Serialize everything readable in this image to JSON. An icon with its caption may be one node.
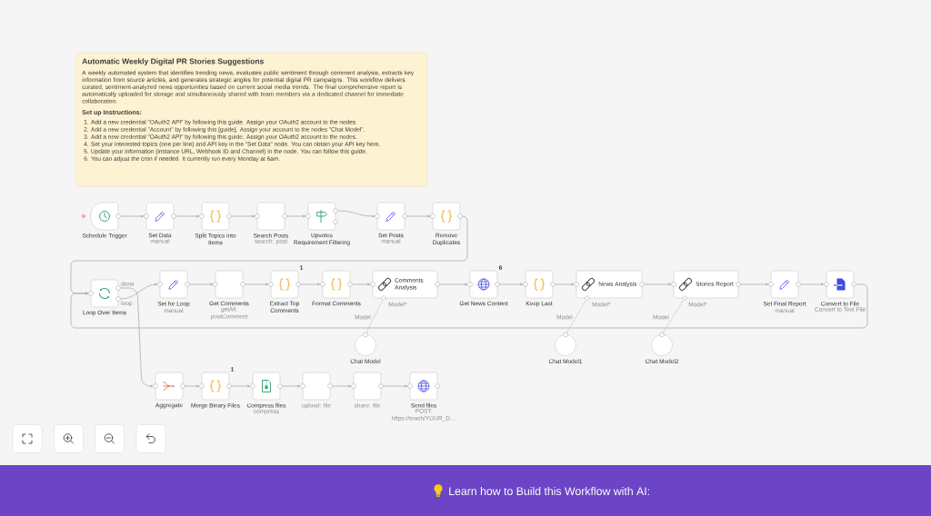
{
  "diagram": {
    "nodes": [
      {
        "text": [
          "Automatic Weekly Digital PR Stories Suggestions",
          "A weekly automated system that identifies trending news, evaluates public sentiment through comment analysis, extracts key information from source articles, and generates strategic angles for potential digital PR campaigns. This workflow delivers curated, sentiment-analyzed news opportunities based on current social media trends. The final comprehensive report is automatically uploaded for storage and simultaneously shared with team members via a dedicated channel for immediate collaboration.",
          "Set up Instructions:",
          "1. Add a new credential \"OAuth2 API\" by following this guide. Assign your OAuth2 account to the nodes.",
          "2. Add a new credential \"Account\" by following this [guide]. Assign your account to the nodes \"Chat Model\".",
          "3. Add a new credential \"OAuth2 API\" by following this guide. Assign your OAuth2 account to the nodes.",
          "4. Set your interested topics (one per line) and API key in the \"Set Data\" node. You can obtain your API key here.",
          "5. Update your information (instance URL, Webhook ID and Channel) in the node. You can follow this guide.",
          "6. You can adjust the cron if needed. It currently run every Monday at 6am."
        ]
      },
      {
        "text": [
          "Schedule Trigger"
        ]
      },
      {
        "text": [
          "Set Data",
          "manual"
        ]
      },
      {
        "text": [
          "Split Topics into Items"
        ]
      },
      {
        "text": [
          "Search Posts",
          "search: post"
        ]
      },
      {
        "text": [
          "Upvotes Requirement Filtering"
        ]
      },
      {
        "text": [
          "Set Posts",
          "manual"
        ]
      },
      {
        "text": [
          "Remove Duplicates"
        ]
      },
      {
        "text": [
          "Loop Over Items"
        ],
        "beside": [
          "done",
          "loop"
        ]
      },
      {
        "text": [
          "Set for Loop",
          "manual"
        ]
      },
      {
        "text": [
          "Get Comments",
          "getAll: postComment"
        ]
      },
      {
        "text": [
          "Extract Top Comments"
        ],
        "beside": [
          "1"
        ]
      },
      {
        "text": [
          "Format Comments"
        ]
      },
      {
        "text": [
          "Comments Analysis"
        ],
        "beside": [
          "Model*"
        ]
      },
      {
        "text": [
          "Get News Content"
        ],
        "beside": [
          "6"
        ]
      },
      {
        "text": [
          "Keep Last"
        ]
      },
      {
        "text": [
          "News Analysis"
        ],
        "beside": [
          "Model*"
        ]
      },
      {
        "text": [
          "Stories Report"
        ],
        "beside": [
          "Model*"
        ]
      },
      {
        "text": [
          "Set Final Report",
          "manual"
        ]
      },
      {
        "text": [
          "Convert to File",
          "Convert to Text File"
        ]
      },
      {
        "text": [
          "Chat Model"
        ],
        "beside": [
          "Model"
        ]
      },
      {
        "text": [
          "Chat Model1"
        ],
        "beside": [
          "Model"
        ]
      },
      {
        "text": [
          "Chat Model2"
        ],
        "beside": [
          "Model"
        ]
      },
      {
        "text": [
          "Aggregate"
        ]
      },
      {
        "text": [
          "Merge Binary Files"
        ],
        "beside": [
          "1"
        ]
      },
      {
        "text": [
          "Compress files",
          "compress"
        ]
      },
      {
        "text": [
          "upload: file"
        ]
      },
      {
        "text": [
          "share: file"
        ]
      },
      {
        "text": [
          "Send files",
          "POST: https://teach/YOUR_D…"
        ]
      },
      {
        "text": [
          "Learn how to Build this Workflow with AI:"
        ]
      }
    ],
    "edges": [
      {
        "from": 1,
        "to": 2,
        "arrow": "to"
      },
      {
        "from": 2,
        "to": 3,
        "arrow": "to"
      },
      {
        "from": 3,
        "to": 4,
        "arrow": "to"
      },
      {
        "from": 4,
        "to": 5,
        "arrow": "to"
      },
      {
        "from": 5,
        "to": 6,
        "arrow": "to"
      },
      {
        "from": 6,
        "to": 7,
        "arrow": "to"
      },
      {
        "from": 7,
        "to": 8,
        "arrow": "to"
      },
      {
        "from": 8,
        "to": 9,
        "arrow": "to"
      },
      {
        "from": 8,
        "to": 23,
        "arrow": "to"
      },
      {
        "from": 9,
        "to": 10,
        "arrow": "to"
      },
      {
        "from": 10,
        "to": 11,
        "arrow": "to"
      },
      {
        "from": 11,
        "to": 12,
        "arrow": "to"
      },
      {
        "from": 12,
        "to": 13,
        "arrow": "to"
      },
      {
        "from": 13,
        "to": 14,
        "arrow": "to"
      },
      {
        "from": 14,
        "to": 15,
        "arrow": "to"
      },
      {
        "from": 15,
        "to": 16,
        "arrow": "to"
      },
      {
        "from": 16,
        "to": 17,
        "arrow": "to"
      },
      {
        "from": 17,
        "to": 18,
        "arrow": "to"
      },
      {
        "from": 18,
        "to": 19,
        "arrow": "to"
      },
      {
        "from": 19,
        "to": 8,
        "arrow": "to"
      },
      {
        "from": 20,
        "to": 13,
        "arrow": "none",
        "style": "dashed"
      },
      {
        "from": 21,
        "to": 16,
        "arrow": "none",
        "style": "dashed"
      },
      {
        "from": 22,
        "to": 17,
        "arrow": "none",
        "style": "dashed"
      },
      {
        "from": 23,
        "to": 24,
        "arrow": "to"
      },
      {
        "from": 24,
        "to": 25,
        "arrow": "to"
      },
      {
        "from": 25,
        "to": 26,
        "arrow": "to"
      },
      {
        "from": 26,
        "to": 27,
        "arrow": "to"
      },
      {
        "from": 27,
        "to": 28,
        "arrow": "to"
      }
    ]
  }
}
